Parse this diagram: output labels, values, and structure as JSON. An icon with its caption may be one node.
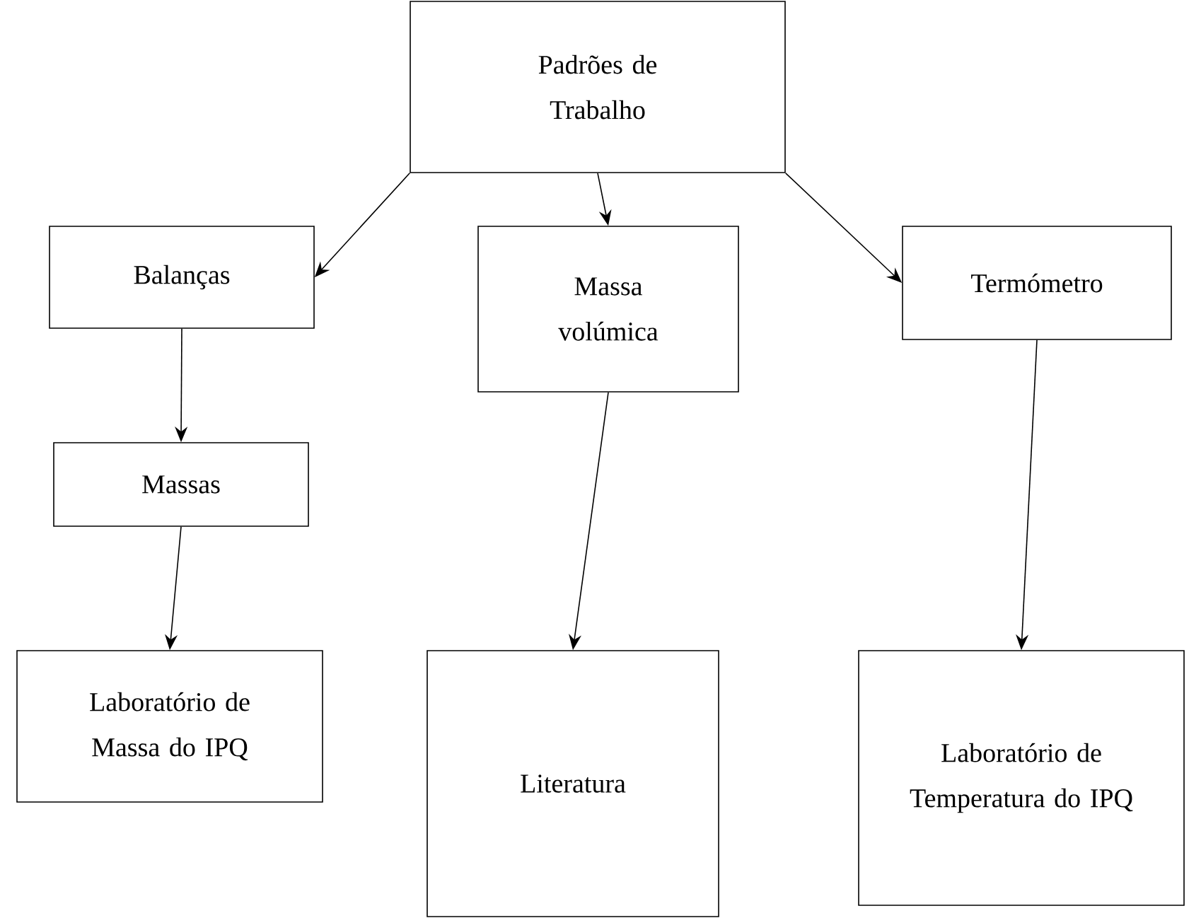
{
  "diagram": {
    "nodes": [
      {
        "text": [
          "Padrões de Trabalho"
        ]
      },
      {
        "text": [
          "Balanças"
        ]
      },
      {
        "text": [
          "Massa volúmica"
        ]
      },
      {
        "text": [
          "Termómetro"
        ]
      },
      {
        "text": [
          "Massas"
        ]
      },
      {
        "text": [
          "Laboratório de Massa do IPQ"
        ]
      },
      {
        "text": [
          "Literatura"
        ]
      },
      {
        "text": [
          "Laboratório de Temperatura do IPQ"
        ]
      }
    ],
    "edges": [
      {
        "from": 0,
        "to": 1,
        "arrow": "to"
      },
      {
        "from": 0,
        "to": 2,
        "arrow": "to"
      },
      {
        "from": 0,
        "to": 3,
        "arrow": "to"
      },
      {
        "from": 1,
        "to": 4,
        "arrow": "to"
      },
      {
        "from": 4,
        "to": 5,
        "arrow": "to"
      },
      {
        "from": 2,
        "to": 6,
        "arrow": "to"
      },
      {
        "from": 3,
        "to": 7,
        "arrow": "to"
      }
    ]
  }
}
